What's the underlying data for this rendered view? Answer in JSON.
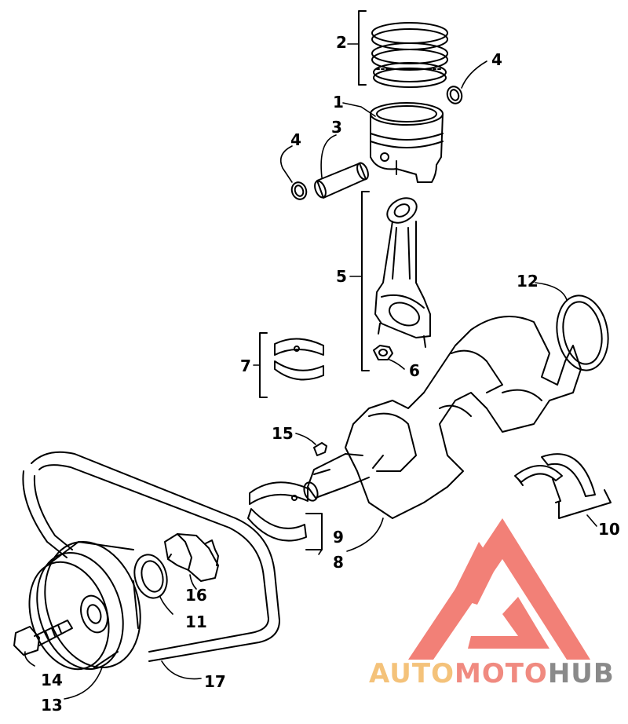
{
  "parts": [
    {
      "id": "p1",
      "label": "1"
    },
    {
      "id": "p2",
      "label": "2"
    },
    {
      "id": "p3",
      "label": "3"
    },
    {
      "id": "p4a",
      "label": "4"
    },
    {
      "id": "p4b",
      "label": "4"
    },
    {
      "id": "p5",
      "label": "5"
    },
    {
      "id": "p6",
      "label": "6"
    },
    {
      "id": "p7",
      "label": "7"
    },
    {
      "id": "p8",
      "label": "8"
    },
    {
      "id": "p9",
      "label": "9"
    },
    {
      "id": "p10",
      "label": "10"
    },
    {
      "id": "p11",
      "label": "11"
    },
    {
      "id": "p12",
      "label": "12"
    },
    {
      "id": "p13",
      "label": "13"
    },
    {
      "id": "p14",
      "label": "14"
    },
    {
      "id": "p15",
      "label": "15"
    },
    {
      "id": "p16",
      "label": "16"
    },
    {
      "id": "p17",
      "label": "17"
    }
  ],
  "watermark": {
    "part1": "AUTO",
    "part2": "MOTO",
    "part3": "HUB",
    "color1": "#f4c27a",
    "color2": "#f08a80",
    "color3": "#8a8a8a",
    "logo_color": "#f06a60"
  }
}
